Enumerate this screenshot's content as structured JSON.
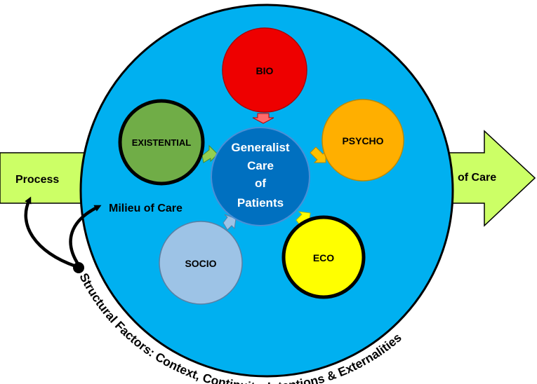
{
  "arrow": {
    "left_label": "Process",
    "right_label": "of Care"
  },
  "milieu_label": "Milieu of Care",
  "center": {
    "lines": [
      "Generalist",
      "Care",
      "of",
      "Patients"
    ]
  },
  "nodes": [
    {
      "id": "bio",
      "label": "BIO",
      "color": "#ee0000",
      "bold_border": false
    },
    {
      "id": "psycho",
      "label": "PSYCHO",
      "color": "#ffaf00",
      "bold_border": false
    },
    {
      "id": "eco",
      "label": "ECO",
      "color": "#ffff00",
      "bold_border": true
    },
    {
      "id": "socio",
      "label": "SOCIO",
      "color": "#9dc3e6",
      "bold_border": false
    },
    {
      "id": "existential",
      "label": "EXISTENTIAL",
      "color": "#70ad47",
      "bold_border": true
    }
  ],
  "structural_label": "Structural Factors: Context, Continuity, Intentions & Externalities",
  "colors": {
    "outer_circle": "#00b0f0",
    "center_circle": "#0070c0",
    "arrow_fill": "#ccff66"
  }
}
